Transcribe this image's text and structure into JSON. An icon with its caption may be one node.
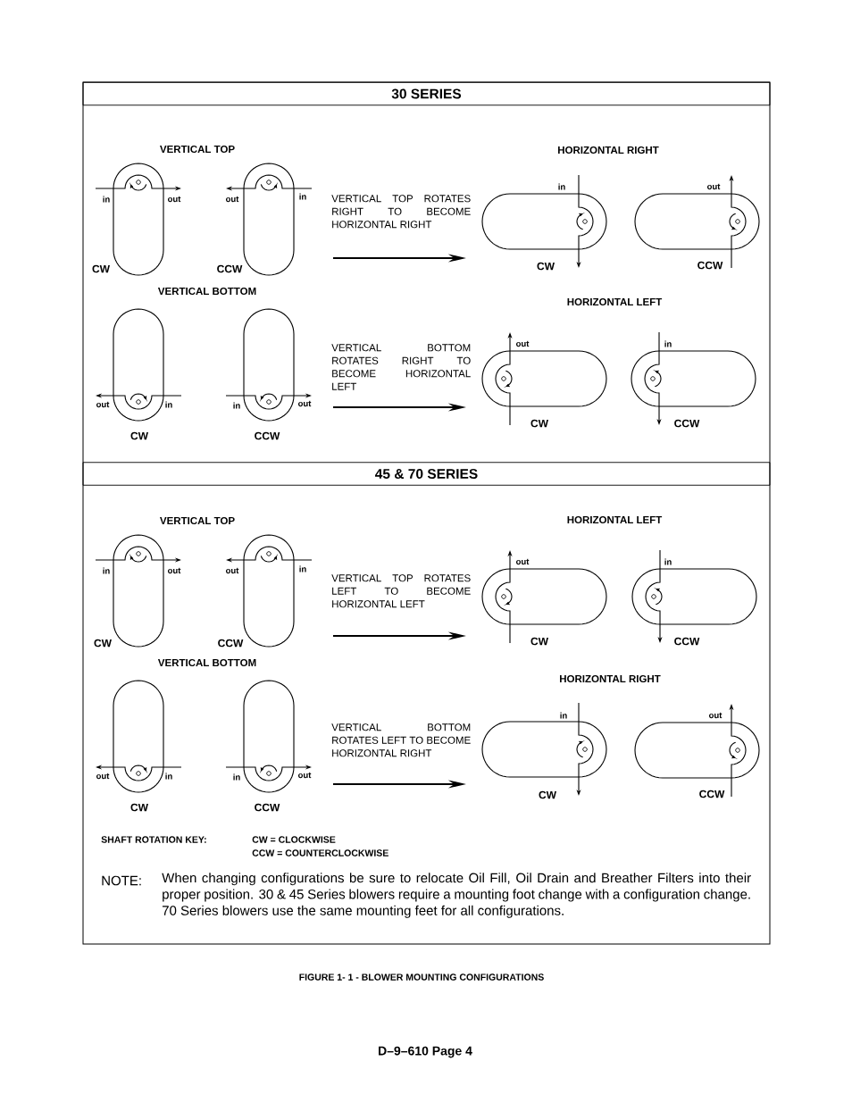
{
  "diagram": {
    "caption": "FIGURE 1- 1 - BLOWER MOUNTING CONFIGURATIONS",
    "nodes": [
      {
        "text": [
          "30 SERIES"
        ]
      },
      {
        "text": [
          "45 & 70 SERIES"
        ]
      }
    ],
    "labels": [
      "VERTICAL TOP",
      "in",
      "out",
      "out",
      "in",
      "CW",
      "CCW",
      "HORIZONTAL RIGHT",
      "VERTICAL TOP ROTATES RIGHT TO BECOME HORIZONTAL RIGHT",
      "in",
      "out",
      "CW",
      "CCW",
      "VERTICAL BOTTOM",
      "HORIZONTAL LEFT",
      "VERTICAL BOTTOM ROTATES RIGHT TO BECOME HORIZONTAL LEFT",
      "out",
      "in",
      "out",
      "in",
      "in",
      "out",
      "CW",
      "CCW",
      "CW",
      "CCW",
      "VERTICAL TOP",
      "in",
      "out",
      "out",
      "in",
      "CW",
      "CCW",
      "HORIZONTAL LEFT",
      "VERTICAL TOP ROTATES LEFT TO BECOME HORIZONTAL LEFT",
      "out",
      "in",
      "CW",
      "CCW",
      "VERTICAL BOTTOM",
      "HORIZONTAL RIGHT",
      "VERTICAL BOTTOM ROTATES LEFT TO BECOME HORIZONTAL RIGHT",
      "in",
      "out",
      "out",
      "in",
      "in",
      "out",
      "CW",
      "CCW",
      "CW",
      "CCW",
      "SHAFT ROTATION KEY:",
      "CW = CLOCKWISE",
      "CCW = COUNTERCLOCKWISE",
      "NOTE:",
      "When changing configurations be sure to relocate Oil Fill, Oil Drain and Breather Filters into their proper position. 30 & 45 Series blowers require a mounting foot change with a configuration change. 70 Series blowers use the same mounting feet for all configurations.",
      "D–9–610 Page 4"
    ]
  }
}
